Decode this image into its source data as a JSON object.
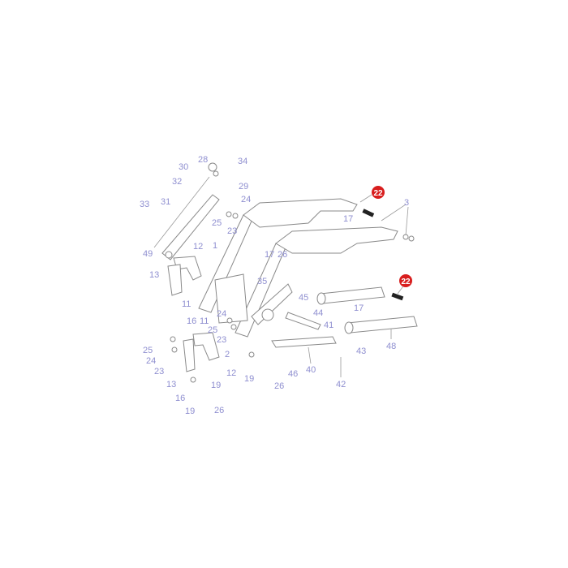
{
  "diagram": {
    "labels": [
      "28",
      "34",
      "30",
      "32",
      "29",
      "24",
      "31",
      "33",
      "25",
      "23",
      "12",
      "1",
      "17",
      "26",
      "49",
      "13",
      "35",
      "11",
      "45",
      "44",
      "41",
      "17",
      "17",
      "3",
      "48",
      "43",
      "40",
      "42",
      "46",
      "26",
      "19",
      "2",
      "12",
      "16",
      "11",
      "25",
      "24",
      "23",
      "25",
      "24",
      "23",
      "13",
      "19",
      "16",
      "19",
      "26"
    ],
    "highlighted_parts": [
      "22",
      "22"
    ],
    "colors": {
      "label": "#8f8fd0",
      "highlight": "#d81e1e",
      "line": "#8a8a8a"
    }
  }
}
